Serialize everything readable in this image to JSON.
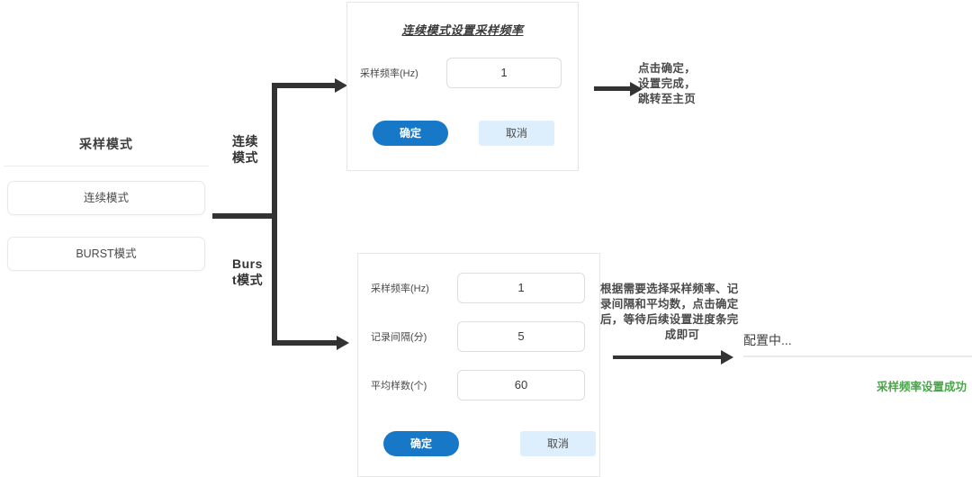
{
  "left_panel": {
    "title": "采样模式",
    "buttons": [
      {
        "label": "连续模式"
      },
      {
        "label": "BURST模式"
      }
    ]
  },
  "branches": [
    {
      "label": "连续模式"
    },
    {
      "label": "Burst模式"
    }
  ],
  "continuous_dialog": {
    "title": "连续模式设置采样频率",
    "fields": [
      {
        "label": "采样频率(Hz)",
        "value": "1"
      }
    ],
    "ok_label": "确定",
    "cancel_label": "取消"
  },
  "burst_dialog": {
    "fields": [
      {
        "label": "采样频率(Hz)",
        "value": "1"
      },
      {
        "label": "记录间隔(分)",
        "value": "5"
      },
      {
        "label": "平均样数(个)",
        "value": "60"
      }
    ],
    "ok_label": "确定",
    "cancel_label": "取消"
  },
  "notes": {
    "continuous": {
      "line1": "点击确定，",
      "line2": "设置完成，",
      "line3": "跳转至主页"
    },
    "burst": {
      "line1": "根据需要选择采样频率、记",
      "line2": "录间隔和平均数，点击确定",
      "line3": "后，等待后续设置进度条完",
      "line4": "成即可"
    }
  },
  "progress_panel": {
    "title": "配置中...",
    "success_text": "采样频率设置成功"
  },
  "colors": {
    "primary_blue": "#1878c8",
    "cancel_blue": "#ddeefc",
    "success_green": "#4aa34a",
    "line_dark": "#333333"
  }
}
